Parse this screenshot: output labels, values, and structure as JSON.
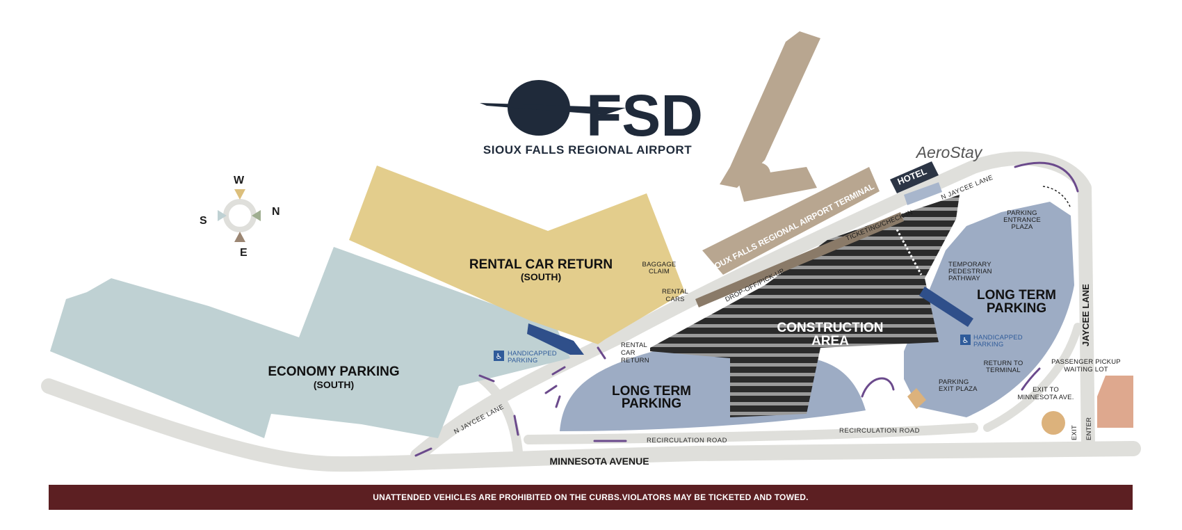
{
  "brand": {
    "logo_text": "FSD",
    "name": "SIOUX FALLS REGIONAL AIRPORT",
    "hotel_logo": "AeroStay",
    "navy": "#1f2a3a"
  },
  "compass": {
    "w": "W",
    "n": "N",
    "s": "S",
    "e": "E"
  },
  "areas": {
    "rental_car_return": {
      "title": "RENTAL CAR RETURN",
      "sub": "(SOUTH)"
    },
    "economy_parking": {
      "title": "ECONOMY PARKING",
      "sub": "(SOUTH)"
    },
    "long_term_parking_south": {
      "line1": "LONG TERM",
      "line2": "PARKING"
    },
    "long_term_parking_north": {
      "line1": "LONG TERM",
      "line2": "PARKING"
    },
    "construction": {
      "line1": "CONSTRUCTION",
      "line2": "AREA"
    },
    "terminal": "SIOUX FALLS REGIONAL AIRPORT TERMINAL",
    "hotel": "HOTEL"
  },
  "labels": {
    "baggage_claim": [
      "BAGGAGE",
      "CLAIM"
    ],
    "rental_cars": [
      "RENTAL",
      "CARS"
    ],
    "drop_off": "DROP-OFF/PICK-UP",
    "ticketing": "TICKETING/CHECK-IN",
    "rental_car_return_small": [
      "RENTAL",
      "CAR",
      "RETURN"
    ],
    "handicapped_south": [
      "HANDICAPPED",
      "PARKING"
    ],
    "handicapped_north": [
      "HANDICAPPED",
      "PARKING"
    ],
    "parking_entrance_plaza": [
      "PARKING",
      "ENTRANCE",
      "PLAZA"
    ],
    "temporary_pathway": [
      "TEMPORARY",
      "PEDESTRIAN",
      "PATHWAY"
    ],
    "parking_exit_plaza": [
      "PARKING",
      "EXIT PLAZA"
    ],
    "return_to_terminal": [
      "RETURN TO",
      "TERMINAL"
    ],
    "passenger_pickup": [
      "PASSENGER PICKUP",
      "WAITING LOT"
    ],
    "exit_to_minnesota": [
      "EXIT TO",
      "MINNESOTA AVE."
    ],
    "exit": "EXIT",
    "enter": "ENTER"
  },
  "roads": {
    "minnesota_ave": "MINNESOTA AVENUE",
    "recirculation_1": "RECIRCULATION ROAD",
    "recirculation_2": "RECIRCULATION ROAD",
    "n_jaycee_lane_south": "N JAYCEE LANE",
    "n_jaycee_lane_north": "N JAYCEE LANE",
    "jaycee_lane": "JAYCEE LANE"
  },
  "banner": "UNATTENDED VEHICLES ARE PROHIBITED ON THE CURBS.VIOLATORS MAY BE TICKETED AND TOWED.",
  "colors": {
    "road": "#dfdfdb",
    "economy": "#bfd1d3",
    "rental": "#e3cd8c",
    "long_term": "#9dacc4",
    "terminal": "#b8a690",
    "construction_dark": "#2b2b2b",
    "construction_stripe": "#9a9a9a",
    "handicap_blue": "#2f4f8a",
    "arrow_purple": "#6b4a8c",
    "banner": "#5c1f22",
    "pickup_lot": "#dea88e",
    "circle": "#dcb27c"
  }
}
